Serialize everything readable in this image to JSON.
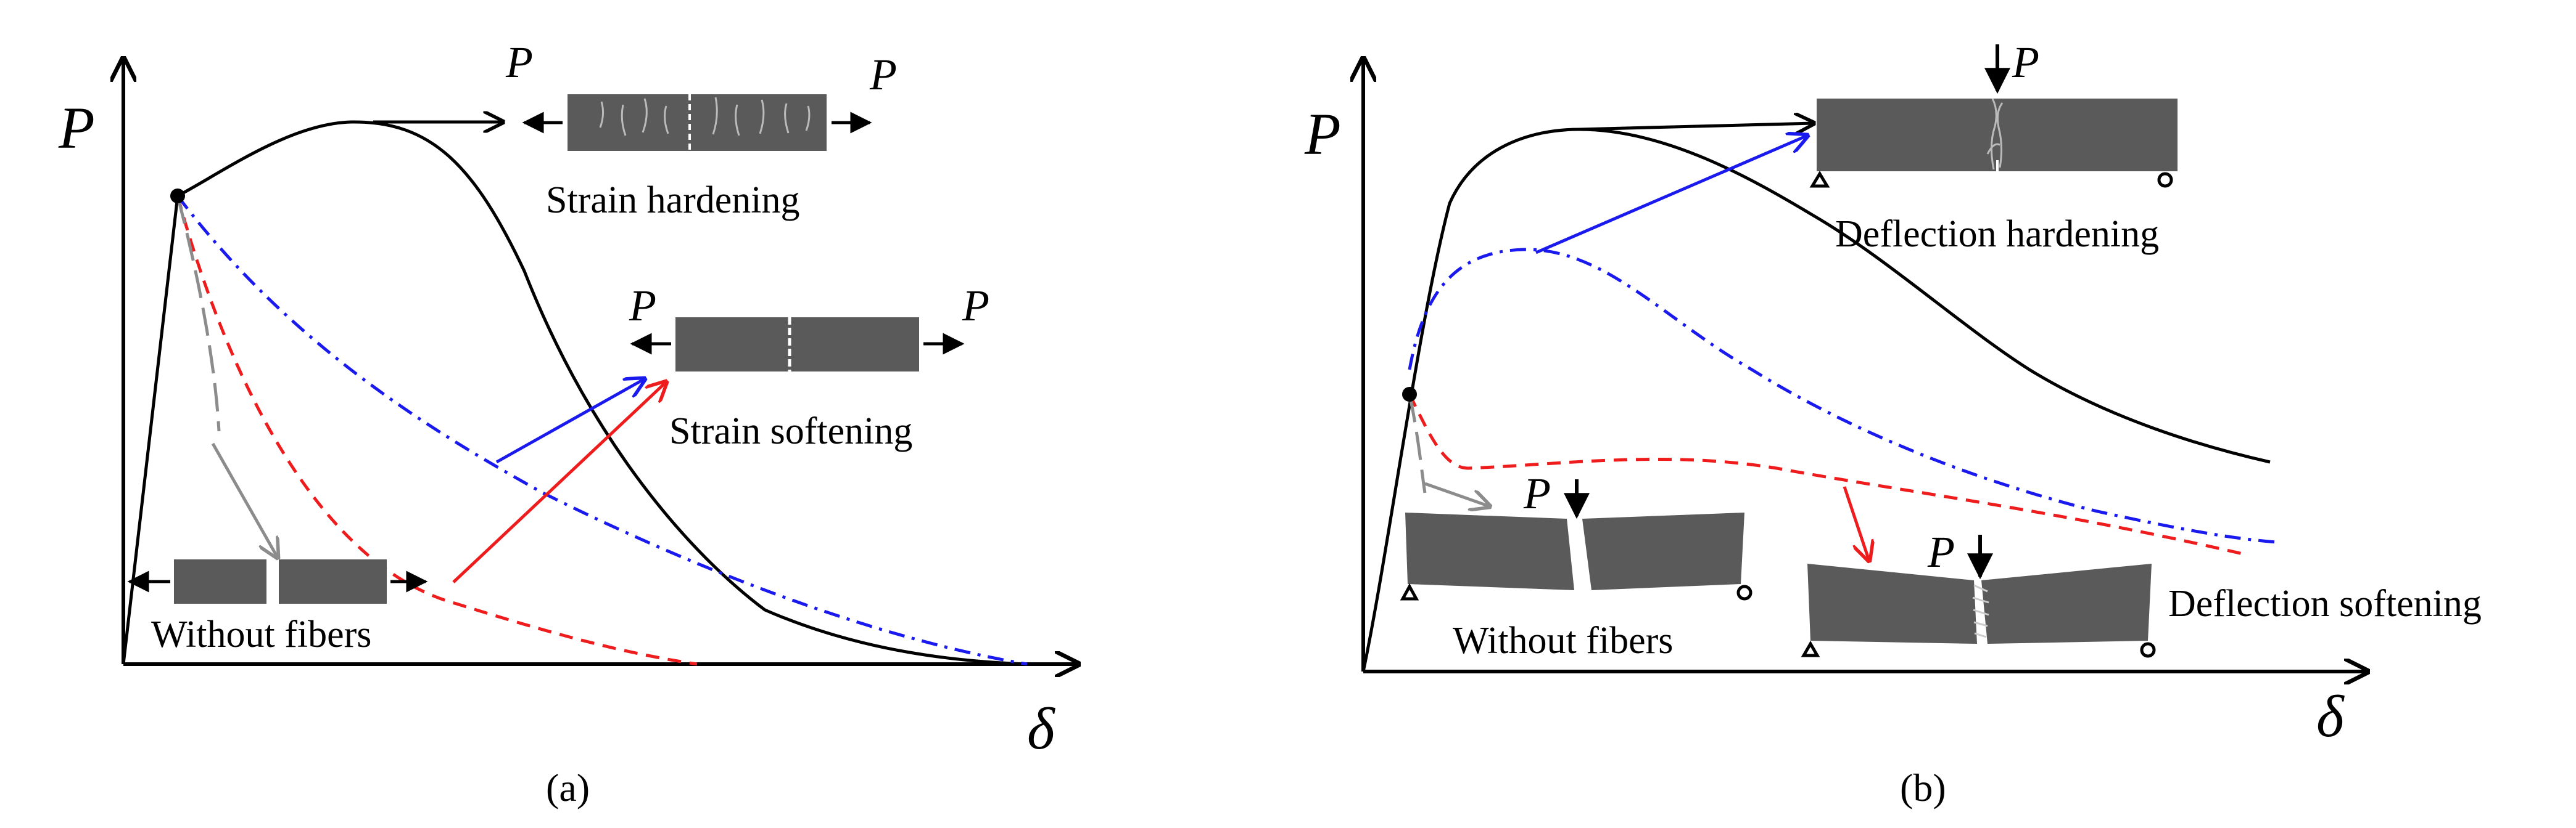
{
  "colors": {
    "ink": "#000000",
    "specimen": "#5a5a5a",
    "crack": "#dddddd",
    "hardening": "#1a1aee",
    "softening": "#ee1c1c",
    "no_fiber": "#8c8c8c"
  },
  "panel_a": {
    "label": "(a)",
    "y_axis": "P",
    "x_axis": "δ",
    "load_left": "P",
    "load_right": "P",
    "load_left_2": "P",
    "load_right_2": "P",
    "caption_hardening": "Strain hardening",
    "caption_softening": "Strain softening",
    "caption_no_fiber": "Without fibers"
  },
  "panel_b": {
    "label": "(b)",
    "y_axis": "P",
    "x_axis": "δ",
    "load_top": "P",
    "load_no_fiber": "P",
    "load_softening": "P",
    "caption_hardening": "Deflection hardening",
    "caption_softening": "Deflection softening",
    "caption_no_fiber": "Without fibers"
  }
}
